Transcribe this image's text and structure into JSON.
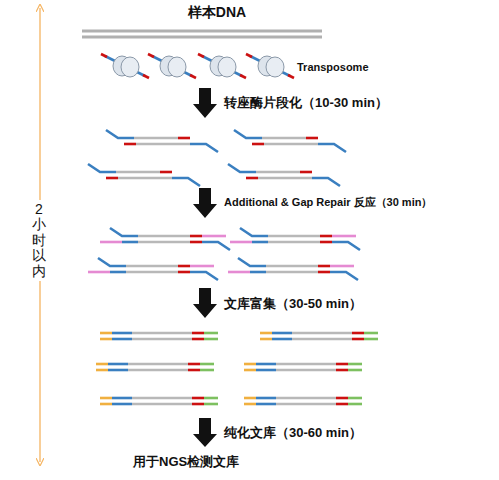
{
  "diagram": {
    "title": "样本DNA",
    "labels": [
      "Transposome",
      "转座酶片段化（10-30 min）",
      "Additional & Gap Repair 反应（30 min）",
      "2小时以内",
      "文库富集（30-50 min）",
      "纯化文库（30-60 min）",
      "用于NGS检测文库"
    ]
  }
}
